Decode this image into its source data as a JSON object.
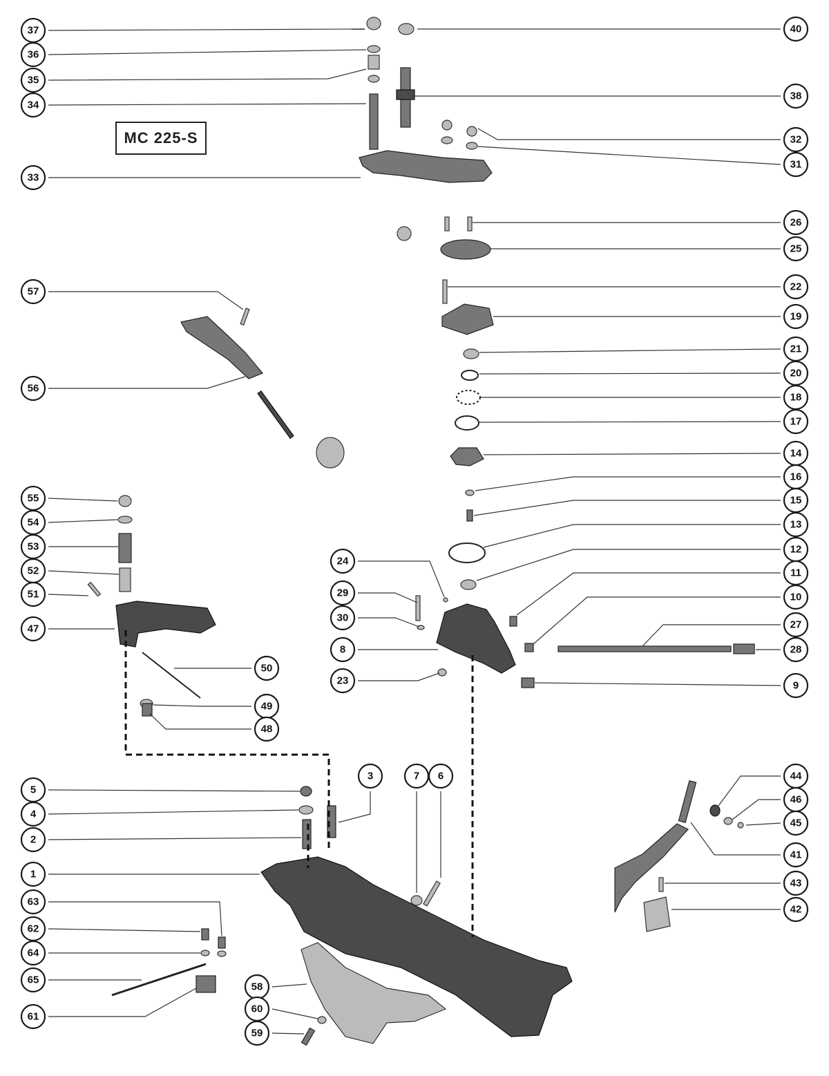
{
  "model_label": "MC 225-S",
  "callouts": [
    "37",
    "36",
    "35",
    "34",
    "33",
    "40",
    "38",
    "32",
    "31",
    "26",
    "25",
    "22",
    "19",
    "21",
    "20",
    "18",
    "17",
    "14",
    "16",
    "15",
    "13",
    "12",
    "11",
    "10",
    "27",
    "28",
    "9",
    "24",
    "29",
    "30",
    "8",
    "23",
    "57",
    "56",
    "55",
    "54",
    "53",
    "52",
    "51",
    "47",
    "50",
    "49",
    "48",
    "5",
    "4",
    "3",
    "7",
    "6",
    "2",
    "1",
    "63",
    "62",
    "64",
    "65",
    "61",
    "58",
    "60",
    "59",
    "44",
    "46",
    "45",
    "41",
    "43",
    "42"
  ]
}
